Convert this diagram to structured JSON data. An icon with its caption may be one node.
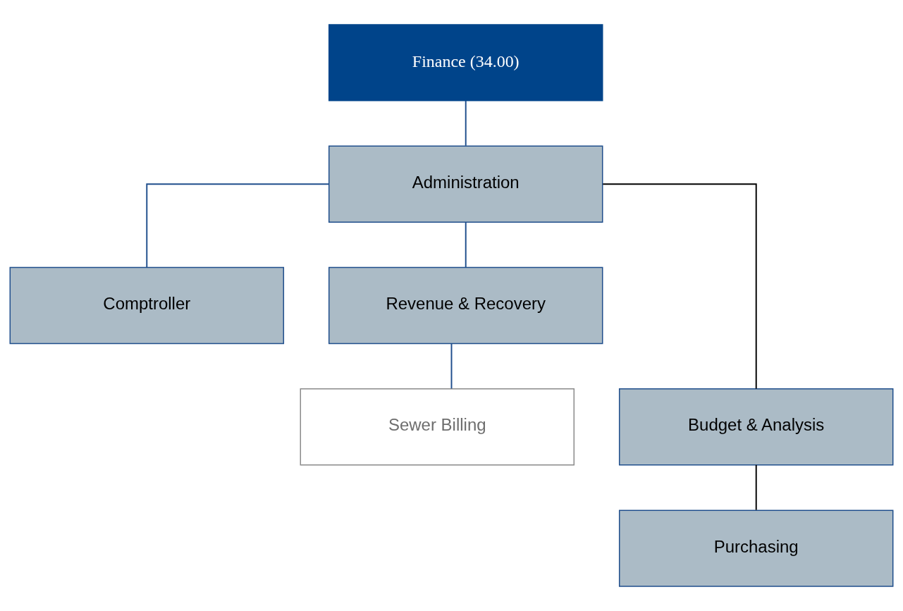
{
  "diagram": {
    "nodes": [
      {
        "text": [
          "Finance (34.00)"
        ]
      },
      {
        "text": [
          "Administration"
        ]
      },
      {
        "text": [
          "Comptroller"
        ]
      },
      {
        "text": [
          "Revenue & Recovery"
        ]
      },
      {
        "text": [
          "Budget & Analysis"
        ]
      },
      {
        "text": [
          "Sewer Billing"
        ]
      },
      {
        "text": [
          "Purchasing"
        ]
      }
    ],
    "edges": [
      {
        "from": 0,
        "to": 1,
        "arrow": "none"
      },
      {
        "from": 1,
        "to": 2,
        "arrow": "none"
      },
      {
        "from": 1,
        "to": 3,
        "arrow": "none"
      },
      {
        "from": 1,
        "to": 4,
        "arrow": "none",
        "color": "#000000"
      },
      {
        "from": 3,
        "to": 5,
        "arrow": "none"
      },
      {
        "from": 4,
        "to": 6,
        "arrow": "none",
        "color": "#000000"
      }
    ]
  }
}
